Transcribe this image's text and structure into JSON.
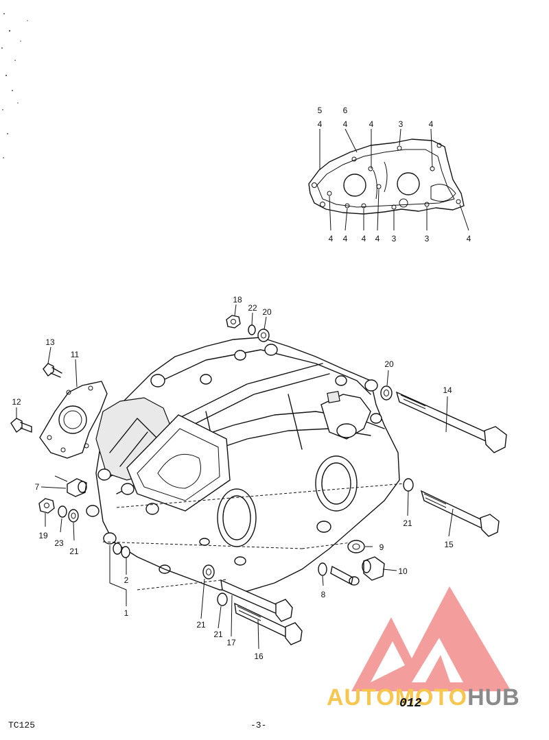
{
  "diagram": {
    "model": "TC125",
    "page_number": "-3-",
    "figure_number": "012",
    "inset_callouts": {
      "top": [
        "5",
        "4",
        "6",
        "4",
        "4",
        "3",
        "4"
      ],
      "bottom": [
        "4",
        "4",
        "4",
        "4",
        "3",
        "3",
        "4"
      ]
    },
    "callouts": {
      "c1": "1",
      "c2": "2",
      "c7": "7",
      "c8": "8",
      "c9": "9",
      "c10": "10",
      "c11": "11",
      "c12": "12",
      "c13": "13",
      "c14": "14",
      "c15": "15",
      "c16": "16",
      "c17": "17",
      "c18": "18",
      "c19": "19",
      "c20a": "20",
      "c20b": "20",
      "c21a": "21",
      "c21b": "21",
      "c21c": "21",
      "c21d": "21",
      "c22": "22",
      "c23": "23"
    }
  },
  "watermark": {
    "word_left": "AUTOMOTO",
    "word_right": "HUB",
    "colors": {
      "auto": "#f6c64f",
      "moto": "#ef7d7d",
      "hub": "#8a8a8a",
      "logo": "#f28c8c"
    }
  }
}
